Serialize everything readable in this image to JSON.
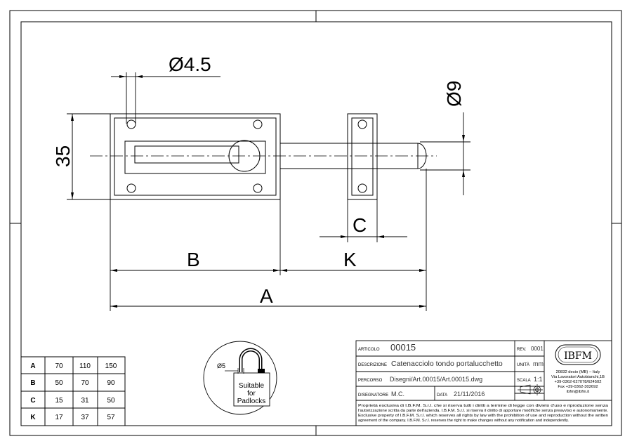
{
  "drawing": {
    "dimensions": {
      "hole_dia": "Ø4.5",
      "pin_dia": "Ø9",
      "height": "35",
      "b": "B",
      "k": "K",
      "c": "C",
      "a": "A"
    },
    "padlock": {
      "dia": "Ø5",
      "line1": "Suitable",
      "line2": "for",
      "line3": "Padlocks"
    }
  },
  "size_table": {
    "rows": [
      {
        "label": "A",
        "v1": "70",
        "v2": "110",
        "v3": "150"
      },
      {
        "label": "B",
        "v1": "50",
        "v2": "70",
        "v3": "90"
      },
      {
        "label": "C",
        "v1": "15",
        "v2": "31",
        "v3": "50"
      },
      {
        "label": "K",
        "v1": "17",
        "v2": "37",
        "v3": "57"
      }
    ]
  },
  "title_block": {
    "articolo_label": "ARTICOLO",
    "articolo_value": "00015",
    "rev_label": "REV.",
    "rev_value": "0001",
    "descrizione_label": "DESCRIZIONE",
    "descrizione_value": "Catenacciolo tondo portalucchetto",
    "unita_label": "UNITÀ",
    "unita_value": "mm",
    "percorso_label": "PERCORSO",
    "percorso_value": "Disegni/Art.00015/Art.00015.dwg",
    "scala_label": "SCALA",
    "scala_value": "1:1",
    "disegnatore_label": "DISEGNATORE",
    "disegnatore_value": "M.C.",
    "data_label": "DATA",
    "data_value": "21/11/2016",
    "company_logo": "IBFM",
    "address1": "20832 desio (MB) – Italy",
    "address2": "Via Lavoratori Autobianchi,1B",
    "phone": "+39-0362-627078/624502",
    "fax": "Fax +39-0362-302692",
    "email": "ibfm@ibfm.it",
    "legal1": "Proprietà esclusiva di I.B.F.M. S.r.l. che si riserva tutti i diritti a termine di legge con divieto d'uso e riproduzione senza",
    "legal2": "l'autorizzazione scritta da parte dell'azienda. I.B.F.M. S.r.l. si riserva il diritto di apportare modifiche senza preavviso e autonomamente.",
    "legal3": "Exclusive property of I.B.F.M. S.r.l. which reserves all rights by law with the prohibition of use and reproduction without the written",
    "legal4": "agreement of the company. I.B.F.M. S.r.l. reserves the right to make changes without any notification and independently."
  }
}
